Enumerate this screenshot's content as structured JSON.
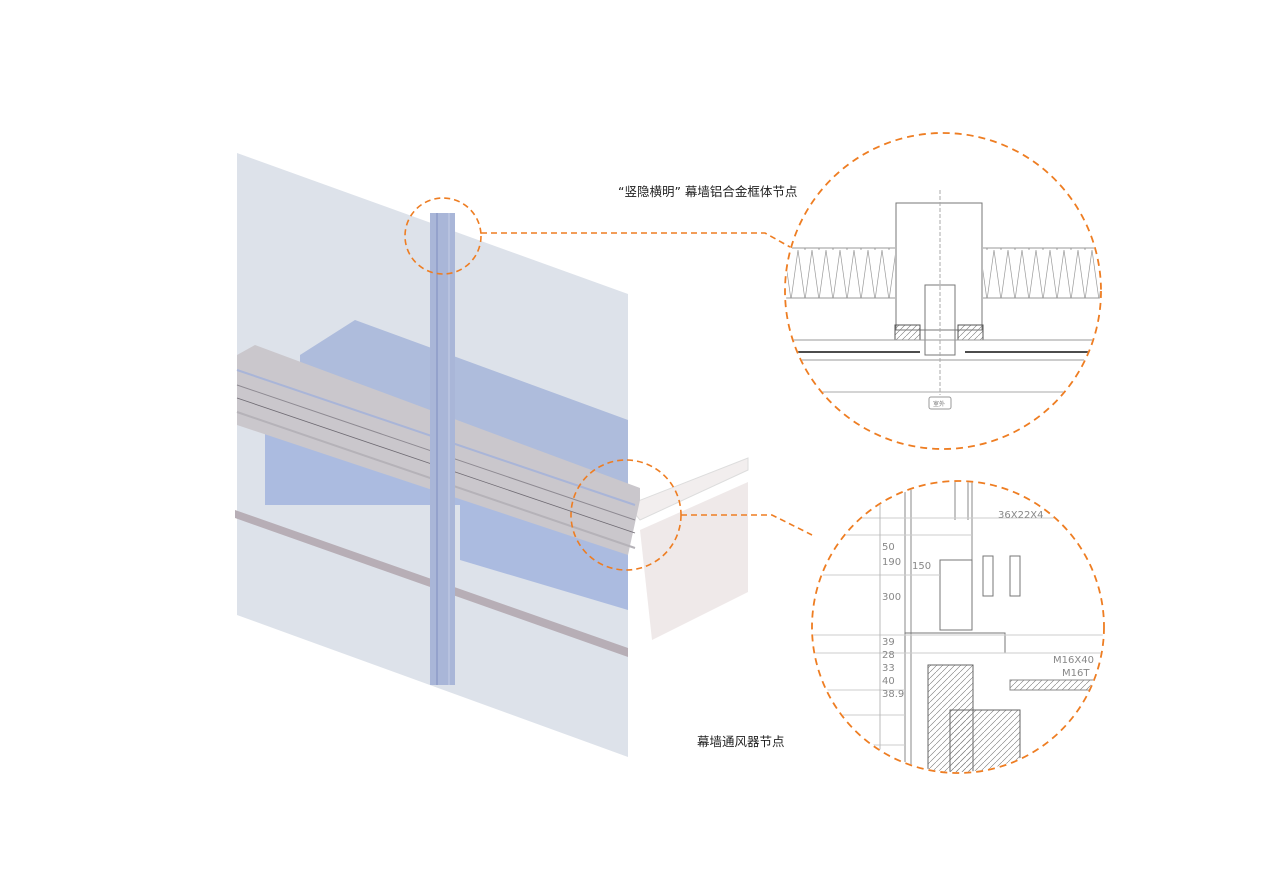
{
  "callouts": [
    {
      "title": "“竖隐横明” 幕墙铝合金框体节点",
      "label_bottom": "室外"
    },
    {
      "title": "幕墙通风器节点",
      "dimensions": [
        "36X22X4",
        "50",
        "190",
        "150",
        "300",
        "39",
        "28",
        "33",
        "40",
        "38.9",
        "M16X40",
        "M16T"
      ]
    }
  ],
  "colors": {
    "callout_accent": "#ee7d22",
    "glass": "#d9dfe9",
    "frame": "#c9c6cb",
    "mullion": "#a8b5d8",
    "slab_seen_through_glass": "#9db0d8"
  }
}
